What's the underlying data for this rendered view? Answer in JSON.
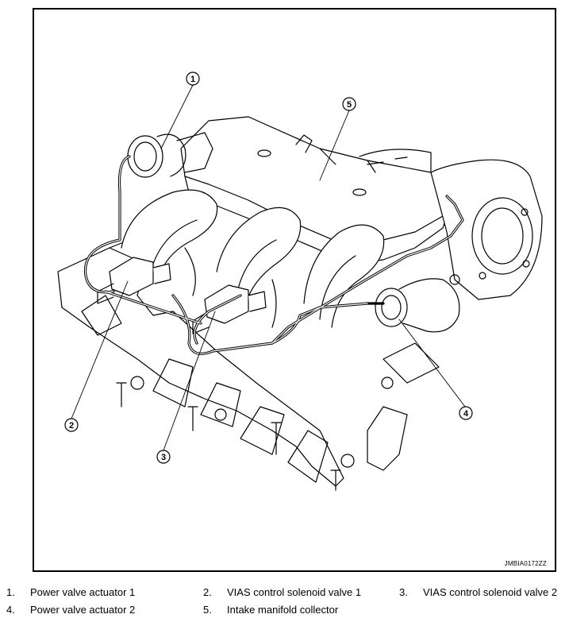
{
  "figure": {
    "id_code": "JMBIA0172ZZ",
    "callouts": [
      "1",
      "2",
      "3",
      "4",
      "5"
    ]
  },
  "legend": {
    "items": [
      {
        "number": "1.",
        "label": "Power valve actuator 1"
      },
      {
        "number": "2.",
        "label": "VIAS control solenoid valve 1"
      },
      {
        "number": "3.",
        "label": "VIAS control solenoid valve 2"
      },
      {
        "number": "4.",
        "label": "Power valve actuator 2"
      },
      {
        "number": "5.",
        "label": "Intake manifold collector"
      }
    ]
  },
  "colors": {
    "line": "#000000",
    "background": "#ffffff"
  }
}
